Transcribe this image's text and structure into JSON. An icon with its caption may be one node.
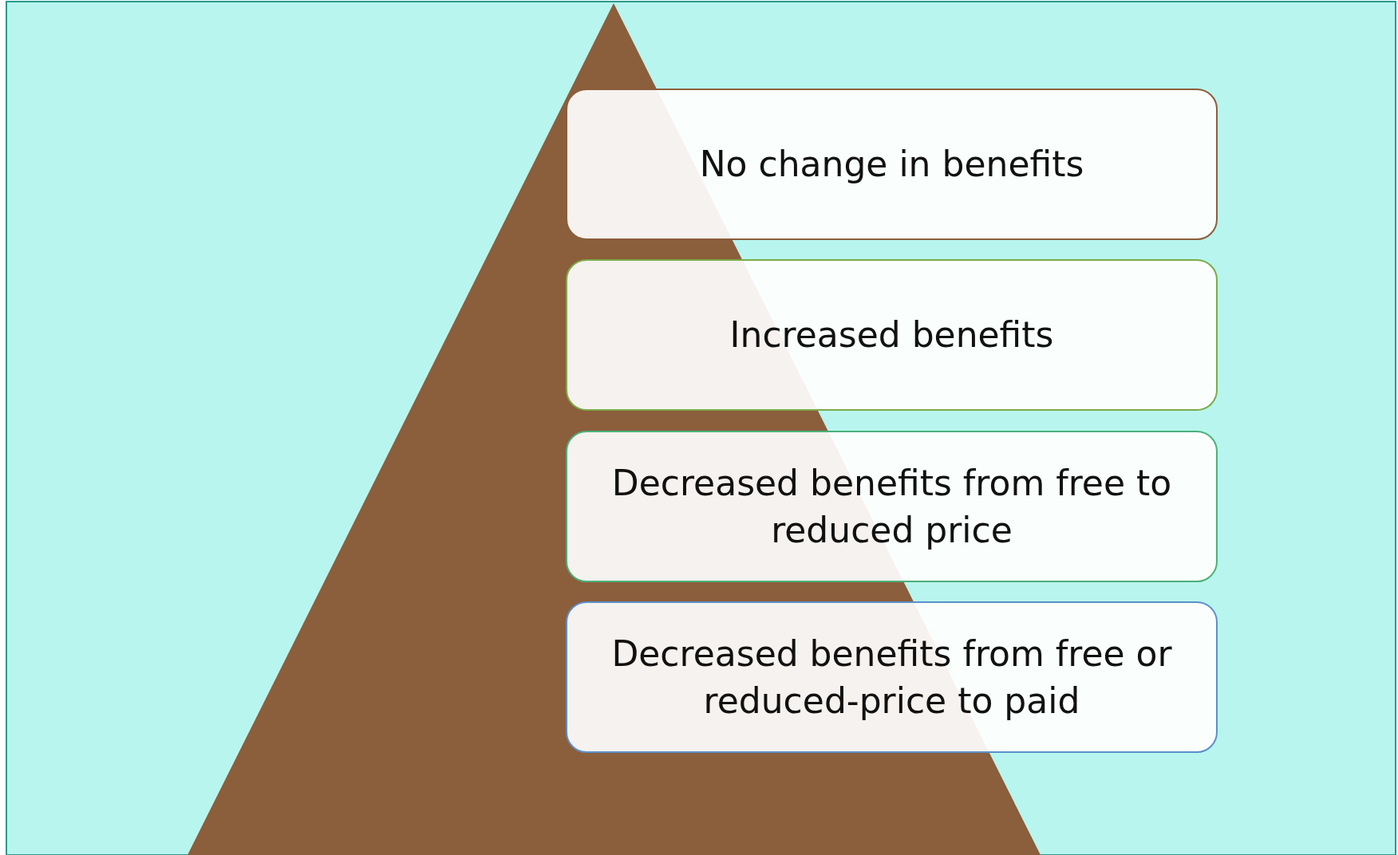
{
  "diagram": {
    "nodes": [
      {
        "text": [
          "No change in benefits"
        ]
      },
      {
        "text": [
          "Increased benefits"
        ]
      },
      {
        "text": [
          "Decreased benefits from free to reduced price"
        ]
      },
      {
        "text": [
          "Decreased benefits from free or reduced-price to paid"
        ]
      }
    ]
  }
}
